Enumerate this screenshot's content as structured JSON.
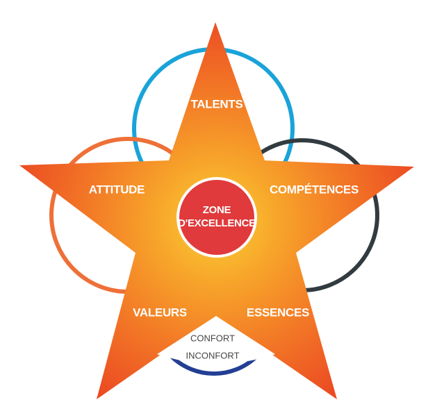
{
  "labels": {
    "talents": "TALENTS",
    "competences": "COMPÉTENCES",
    "essences": "ESSENCES",
    "valeurs": "VALEURS",
    "attitude": "ATTITUDE",
    "center_line1": "ZONE",
    "center_line2": "D'EXCELLENCE",
    "confort": "CONFORT",
    "inconfort": "INCONFORT"
  },
  "colors": {
    "circle_top": "#1aa3d9",
    "circle_right": "#323b40",
    "circle_left": "#ee7038",
    "circle_bottom": "#233f94",
    "star_center": "#f9c02d",
    "star_edge": "#ec4b23",
    "center_disc": "#e03a3c"
  }
}
